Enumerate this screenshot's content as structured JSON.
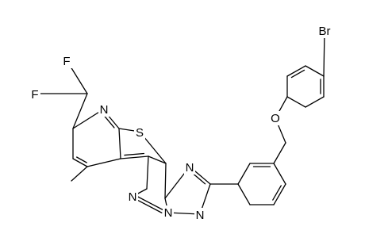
{
  "molecule": {
    "atoms": [
      {
        "id": "F1",
        "label": "F"
      },
      {
        "id": "F2",
        "label": "F"
      },
      {
        "id": "N_pyr",
        "label": "N"
      },
      {
        "id": "S",
        "label": "S"
      },
      {
        "id": "N_tz1",
        "label": "N"
      },
      {
        "id": "N_pm",
        "label": "N"
      },
      {
        "id": "N_tz2",
        "label": "N"
      },
      {
        "id": "N_tz3",
        "label": "N"
      },
      {
        "id": "O",
        "label": "O"
      },
      {
        "id": "Br",
        "label": "Br"
      }
    ]
  }
}
